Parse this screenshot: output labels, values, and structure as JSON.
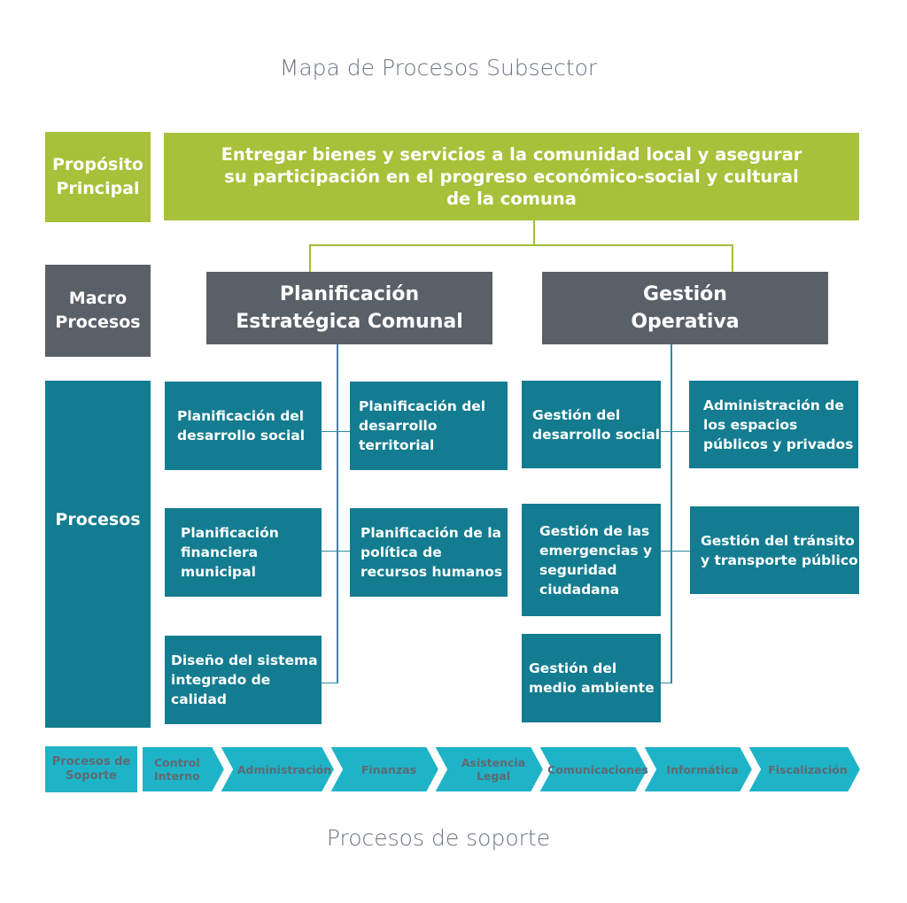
{
  "title": "Mapa de Procesos Subsector",
  "footer_title": "Procesos de soporte",
  "row_labels": {
    "proposito": "Propósito Principal",
    "macro": "Macro Procesos",
    "procesos": "Procesos",
    "soporte": "Procesos de Soporte"
  },
  "purpose": "Entregar bienes y servicios a la comunidad local y asegurar su participación en el progreso económico-social y cultural de la comuna",
  "macro": [
    "Planificación Estratégica Comunal",
    "Gestión Operativa"
  ],
  "processes": {
    "planificacion": [
      "Planificación del desarrollo social",
      "Planificación del desarrollo territorial",
      "Planificación financiera municipal",
      "Planificación de la política de recursos humanos",
      "Diseño del sistema integrado de calidad"
    ],
    "gestion": [
      "Gestión del desarrollo social",
      "Administración de los espacios públicos y privados",
      "Gestión de las emergencias y seguridad ciudadana",
      "Gestión del tránsito y transporte público",
      "Gestión del medio ambiente"
    ]
  },
  "support": [
    "Control Interno",
    "Administración",
    "Finanzas",
    "Asistencia Legal",
    "Comunicaciones",
    "Informática",
    "Fiscalización"
  ],
  "colors": {
    "green": "#a7c13a",
    "gray": "#5a6068",
    "teal": "#137c90",
    "support_fill": "#1fb3c8"
  }
}
